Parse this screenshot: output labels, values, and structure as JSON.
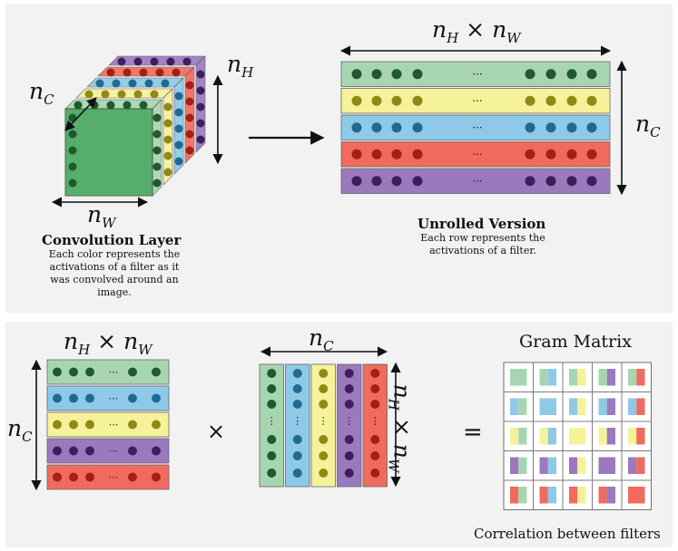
{
  "top": {
    "cube": {
      "label_c": "n",
      "sub_c": "C",
      "label_h": "n",
      "sub_h": "H",
      "label_w": "n",
      "sub_w": "W",
      "title": "Convolution Layer",
      "caption_lines": [
        "Each color represents the",
        "activations of a filter as it",
        "was convolved around an",
        "image."
      ]
    },
    "unrolled": {
      "width_label": "n",
      "width_sub1": "H",
      "times": "×",
      "width_sub2": "W",
      "height_label": "n",
      "height_sub": "C",
      "ellipsis": "···",
      "title": "Unrolled Version",
      "caption_lines": [
        "Each row represents the",
        "activations of a filter."
      ]
    }
  },
  "bottom": {
    "left_matrix": {
      "width_label": "n",
      "width_sub1": "H",
      "times": "×",
      "width_sub2": "W",
      "height_label": "n",
      "height_sub": "C",
      "ellipsis": "···"
    },
    "multiply_symbol": "×",
    "middle_matrix": {
      "width_label": "n",
      "width_sub": "C",
      "height_label": "n",
      "height_sub1": "H",
      "times": "×",
      "height_sub2": "W",
      "ellipsis": "⋮"
    },
    "equals_symbol": "=",
    "gram": {
      "title": "Gram Matrix",
      "caption": "Correlation between filters"
    }
  },
  "colors": {
    "green": "#a8d5b1",
    "yellow": "#f5f29a",
    "blue": "#8ec9e8",
    "red": "#f06a5e",
    "purple": "#9a79bd",
    "green_dot": "#1e5a2a",
    "yellow_dot": "#8f8a16",
    "blue_dot": "#1e6a94",
    "red_dot": "#a51e18",
    "purple_dot": "#3d1f5e"
  }
}
